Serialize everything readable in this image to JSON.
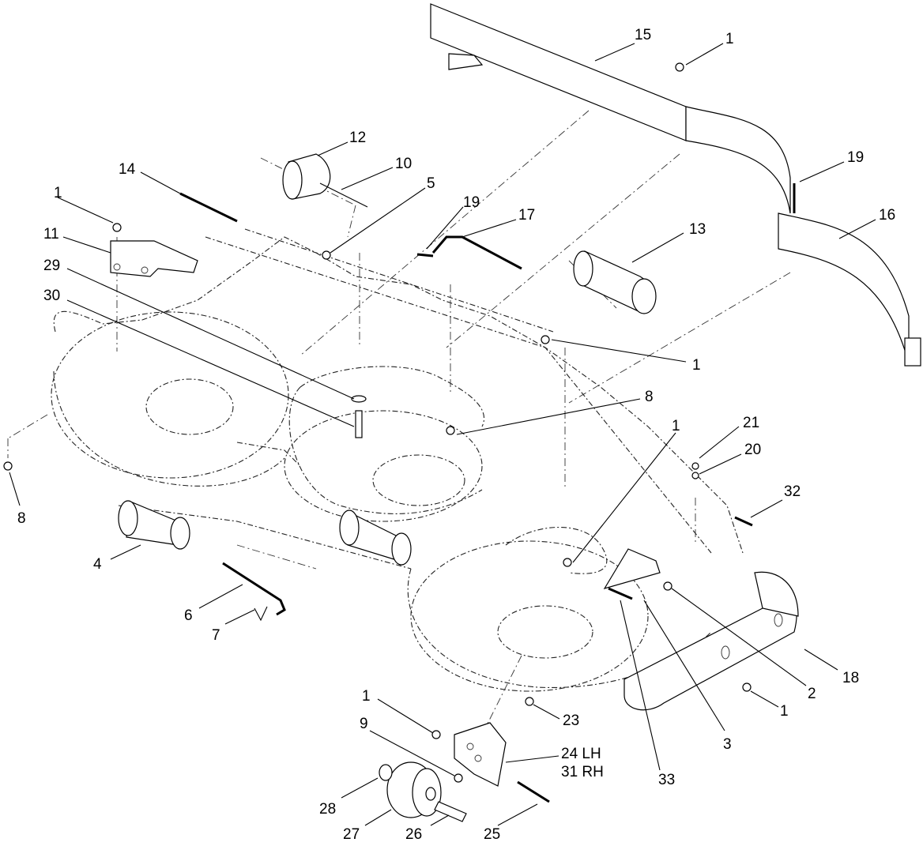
{
  "diagram": {
    "callouts": [
      {
        "id": "c15",
        "text": "15"
      },
      {
        "id": "c1a",
        "text": "1"
      },
      {
        "id": "c19a",
        "text": "19"
      },
      {
        "id": "c16",
        "text": "16"
      },
      {
        "id": "c12",
        "text": "12"
      },
      {
        "id": "c10",
        "text": "10"
      },
      {
        "id": "c14",
        "text": "14"
      },
      {
        "id": "c5",
        "text": "5"
      },
      {
        "id": "c19b",
        "text": "19"
      },
      {
        "id": "c17",
        "text": "17"
      },
      {
        "id": "c13",
        "text": "13"
      },
      {
        "id": "c1b",
        "text": "1"
      },
      {
        "id": "c11",
        "text": "11"
      },
      {
        "id": "c29",
        "text": "29"
      },
      {
        "id": "c30",
        "text": "30"
      },
      {
        "id": "c1c",
        "text": "1"
      },
      {
        "id": "c8a",
        "text": "8"
      },
      {
        "id": "c8b",
        "text": "8"
      },
      {
        "id": "c1d",
        "text": "1"
      },
      {
        "id": "c21",
        "text": "21"
      },
      {
        "id": "c20",
        "text": "20"
      },
      {
        "id": "c32",
        "text": "32"
      },
      {
        "id": "c4",
        "text": "4"
      },
      {
        "id": "c6",
        "text": "6"
      },
      {
        "id": "c7",
        "text": "7"
      },
      {
        "id": "c18",
        "text": "18"
      },
      {
        "id": "c2",
        "text": "2"
      },
      {
        "id": "c1e",
        "text": "1"
      },
      {
        "id": "c23",
        "text": "23"
      },
      {
        "id": "c3",
        "text": "3"
      },
      {
        "id": "c33",
        "text": "33"
      },
      {
        "id": "c1f",
        "text": "1"
      },
      {
        "id": "c9",
        "text": "9"
      },
      {
        "id": "c24",
        "text": "24 LH"
      },
      {
        "id": "c31",
        "text": "31 RH"
      },
      {
        "id": "c28",
        "text": "28"
      },
      {
        "id": "c27",
        "text": "27"
      },
      {
        "id": "c26",
        "text": "26"
      },
      {
        "id": "c25",
        "text": "25"
      }
    ]
  }
}
